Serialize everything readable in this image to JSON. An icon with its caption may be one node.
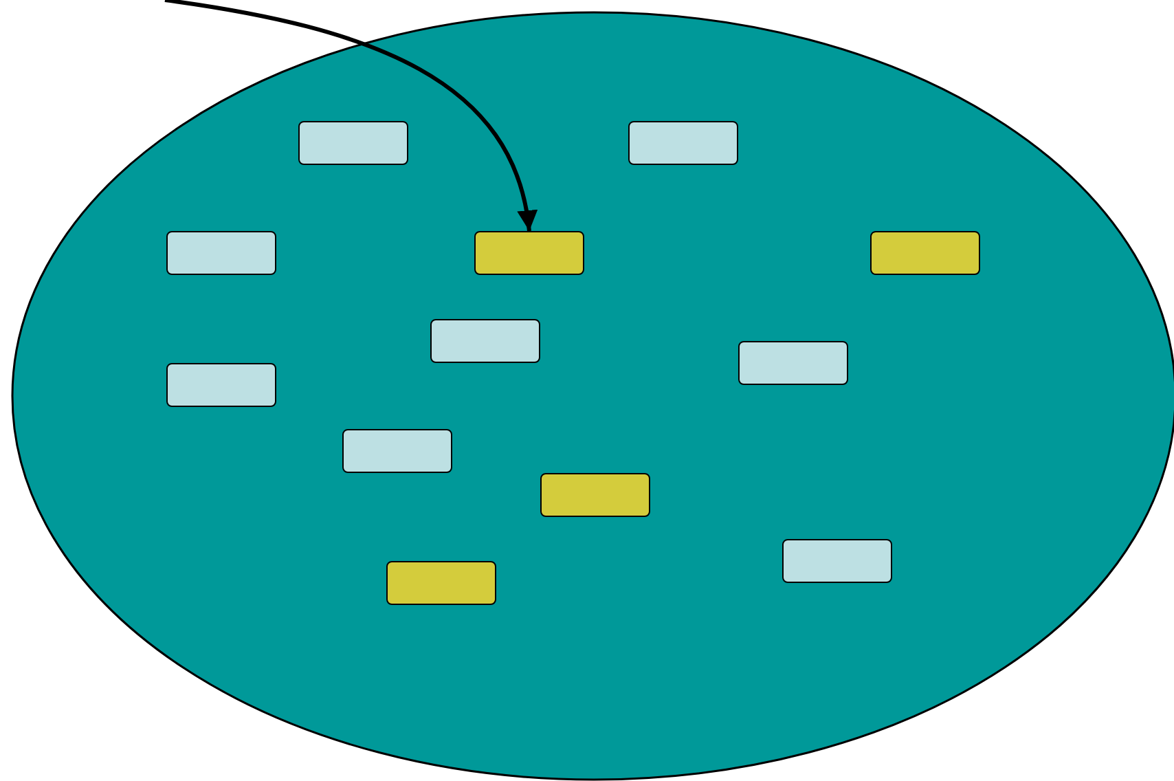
{
  "diagram": {
    "nodes": [
      {
        "text": [],
        "shape": "ellipse"
      },
      {
        "text": [],
        "shape": "box",
        "in": 0
      },
      {
        "text": [],
        "shape": "box",
        "in": 0
      },
      {
        "text": [],
        "shape": "box",
        "in": 0
      },
      {
        "text": [],
        "shape": "box",
        "in": 0
      },
      {
        "text": [],
        "shape": "box",
        "in": 0
      },
      {
        "text": [],
        "shape": "box",
        "in": 0
      },
      {
        "text": [],
        "shape": "box",
        "in": 0
      },
      {
        "text": [],
        "shape": "box",
        "in": 0
      },
      {
        "text": [],
        "shape": "box",
        "in": 0
      },
      {
        "text": [],
        "shape": "box",
        "in": 0
      },
      {
        "text": [],
        "shape": "box",
        "in": 0
      },
      {
        "text": [],
        "shape": "box",
        "in": 0
      }
    ],
    "edges": [
      {
        "from": null,
        "to": 4,
        "arrow": "to"
      }
    ]
  }
}
